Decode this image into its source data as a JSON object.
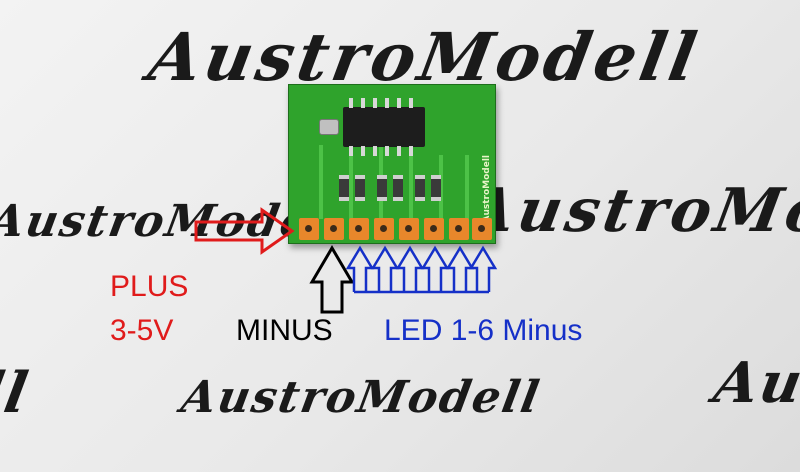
{
  "watermark": {
    "top": "AustroModell",
    "left": "AustroModell",
    "right": "AustroModell",
    "bottom": "AustroModell",
    "bottom_right": "Austro",
    "bottom_left": "ll"
  },
  "board": {
    "silkscreen": "AustroModell",
    "pad_count": 8
  },
  "labels": {
    "plus": "PLUS",
    "voltage": "3-5V",
    "minus": "MINUS",
    "led": "LED 1-6 Minus"
  },
  "colors": {
    "plus": "#e01b1b",
    "minus": "#000000",
    "led": "#1530c8",
    "pcb": "#2fa32c",
    "pad": "#e8872b"
  }
}
